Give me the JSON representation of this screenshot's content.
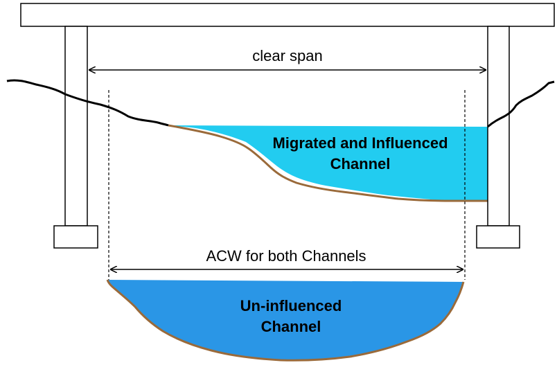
{
  "labels": {
    "clear_span": "clear span",
    "acw": "ACW for both Channels",
    "migrated_line1": "Migrated and Influenced",
    "migrated_line2": "Channel",
    "uninfluenced_line1": "Un-influenced",
    "uninfluenced_line2": "Channel"
  },
  "colors": {
    "migrated_water": "#22ccf0",
    "uninfluenced_water": "#2a96e6",
    "bank": "#9a6a3a",
    "structure": "#000000"
  }
}
